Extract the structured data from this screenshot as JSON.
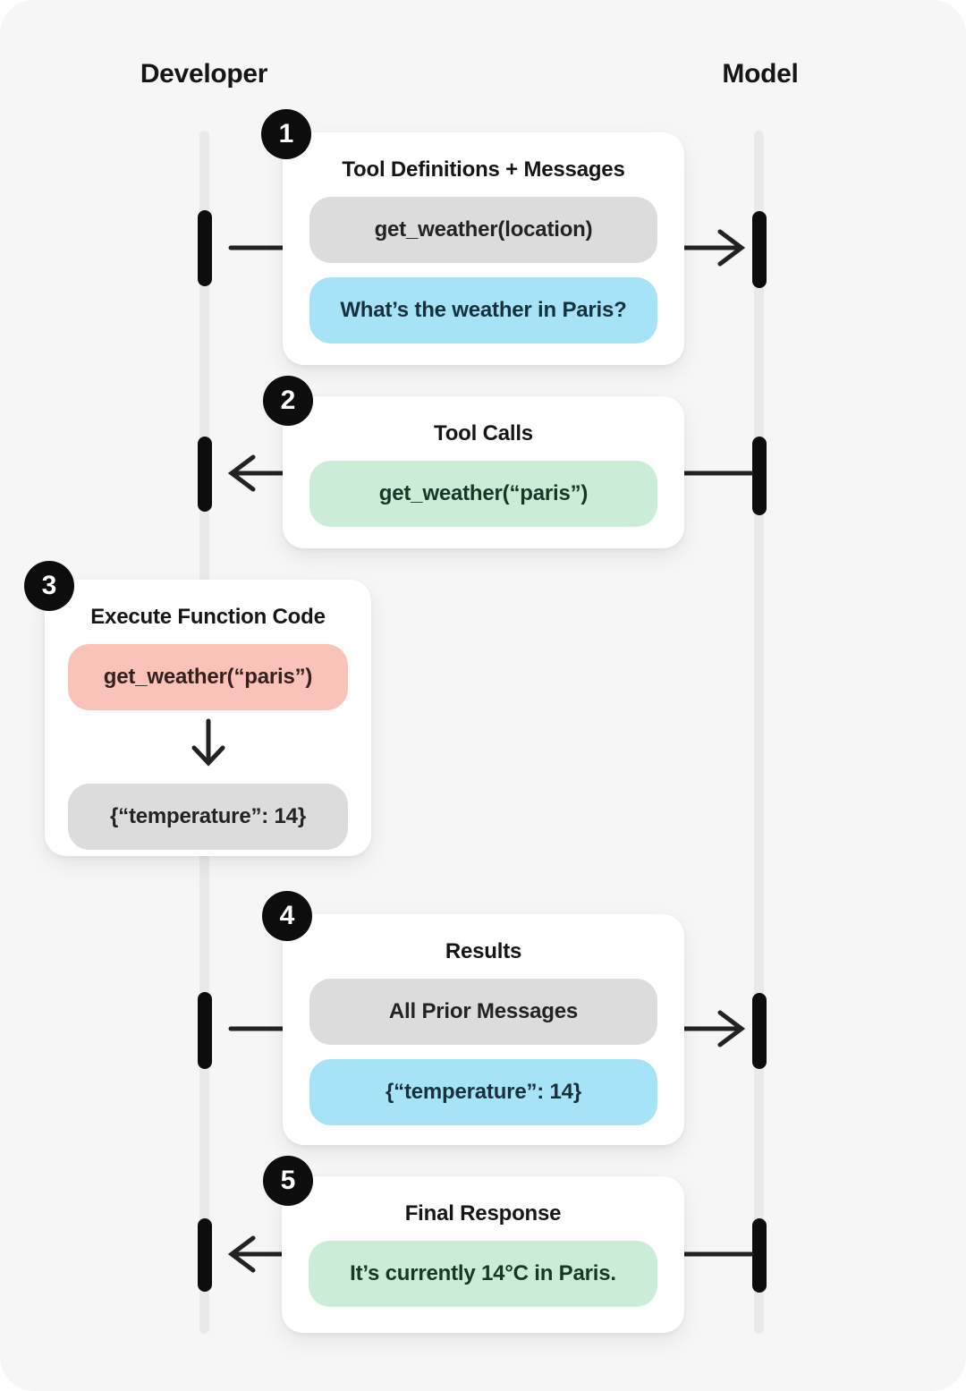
{
  "lanes": {
    "left": "Developer",
    "right": "Model"
  },
  "steps": [
    {
      "num": "1",
      "title": "Tool Definitions + Messages",
      "direction": "developer-to-model",
      "pills": [
        {
          "text": "get_weather(location)",
          "style": "gray"
        },
        {
          "text": "What’s the weather in Paris?",
          "style": "blue"
        }
      ]
    },
    {
      "num": "2",
      "title": "Tool Calls",
      "direction": "model-to-developer",
      "pills": [
        {
          "text": "get_weather(“paris”)",
          "style": "green"
        }
      ]
    },
    {
      "num": "3",
      "title": "Execute Function Code",
      "direction": "internal-down-arrow",
      "pills": [
        {
          "text": "get_weather(“paris”)",
          "style": "pink"
        },
        {
          "text": "{“temperature”: 14}",
          "style": "gray"
        }
      ]
    },
    {
      "num": "4",
      "title": "Results",
      "direction": "developer-to-model",
      "pills": [
        {
          "text": "All Prior Messages",
          "style": "gray"
        },
        {
          "text": "{“temperature”: 14}",
          "style": "blue"
        }
      ]
    },
    {
      "num": "5",
      "title": "Final Response",
      "direction": "model-to-developer",
      "pills": [
        {
          "text": "It’s currently 14°C in Paris.",
          "style": "green"
        }
      ]
    }
  ],
  "colors": {
    "canvas": "#f6f6f6",
    "card": "#ffffff",
    "pill_gray": "#dcdcdc",
    "pill_blue": "#a7e3f6",
    "pill_green": "#cbedd8",
    "pill_pink": "#f9c3ba",
    "arrow_line": "#222222",
    "lifeline": "#e9e9e9",
    "badge": "#0d0d0d"
  }
}
